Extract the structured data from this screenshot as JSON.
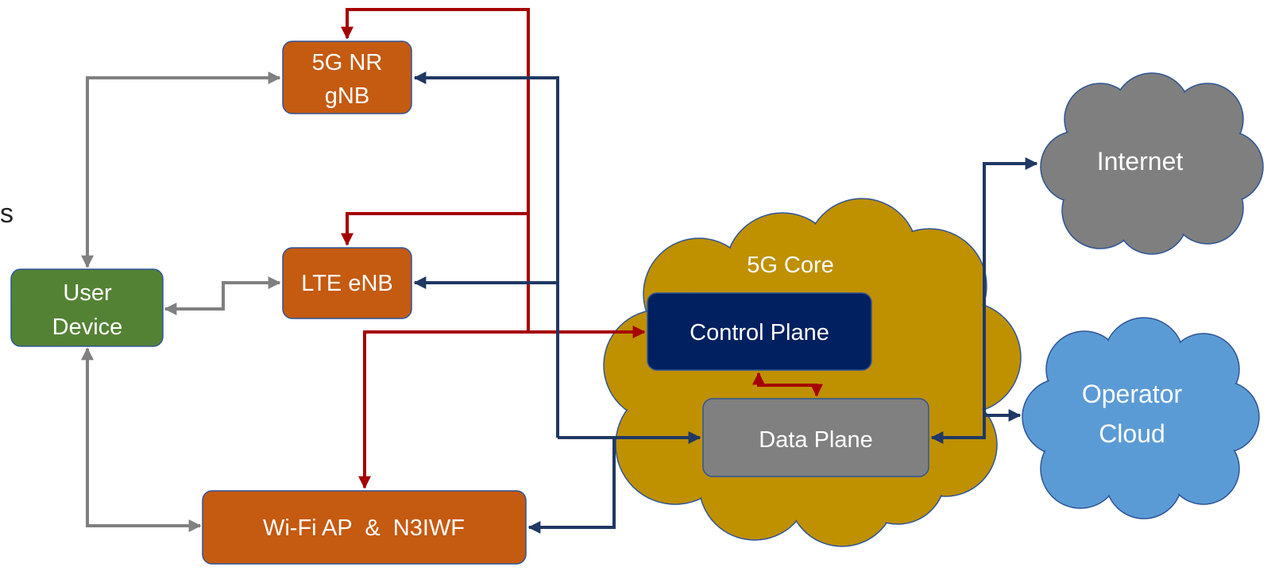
{
  "nodes": {
    "gnb": {
      "lines": [
        "5G NR",
        "gNB"
      ]
    },
    "enb": {
      "label": "LTE eNB"
    },
    "user_device": {
      "lines": [
        "User",
        "Device"
      ]
    },
    "wifi_ap": {
      "label": "Wi-Fi AP  &  N3IWF"
    },
    "core": {
      "label": "5G Core"
    },
    "control_plane": {
      "label": "Control Plane"
    },
    "data_plane": {
      "label": "Data Plane"
    },
    "internet": {
      "label": "Internet"
    },
    "operator_cloud": {
      "lines": [
        "Operator",
        "Cloud"
      ]
    }
  },
  "edge_text": {
    "cut_char": "s"
  },
  "colors": {
    "ran_node": "#C55A11",
    "user_device": "#548235",
    "core_cloud": "#BF9000",
    "control_plane": "#002060",
    "data_plane": "#808080",
    "internet_cloud": "#7F7F7F",
    "operator_cloud": "#5B9BD5",
    "control_link": "#A50000",
    "data_link": "#1F3864",
    "radio_link": "#808080"
  }
}
